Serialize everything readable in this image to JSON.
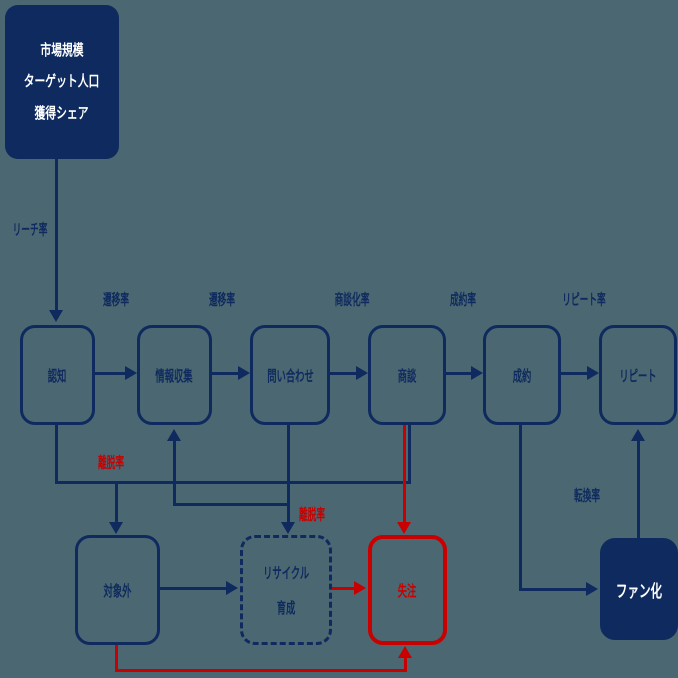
{
  "colors": {
    "navy": "#0e2a5e",
    "red": "#c80000",
    "background": "#4b6771",
    "box_text_light": "#ffffff"
  },
  "nodes": {
    "market_line1": "市場規模",
    "market_line2": "ターゲット人口",
    "market_line3": "獲得シェア",
    "awareness": "認知",
    "research": "情報収集",
    "inquiry": "問い合わせ",
    "negotiation": "商談",
    "close": "成約",
    "repeat": "リピート",
    "out_of_scope": "対象外",
    "recycle_line1": "リサイクル",
    "recycle_line2": "育成",
    "lost": "失注",
    "fan": "ファン化"
  },
  "rate_labels": {
    "reach": "リーチ率",
    "transition1": "遷移率",
    "transition2": "遷移率",
    "negotiation": "商談化率",
    "close": "成約率",
    "repeat": "リピート率",
    "churn1": "離脱率",
    "churn2": "離脱率",
    "conversion": "転換率"
  }
}
